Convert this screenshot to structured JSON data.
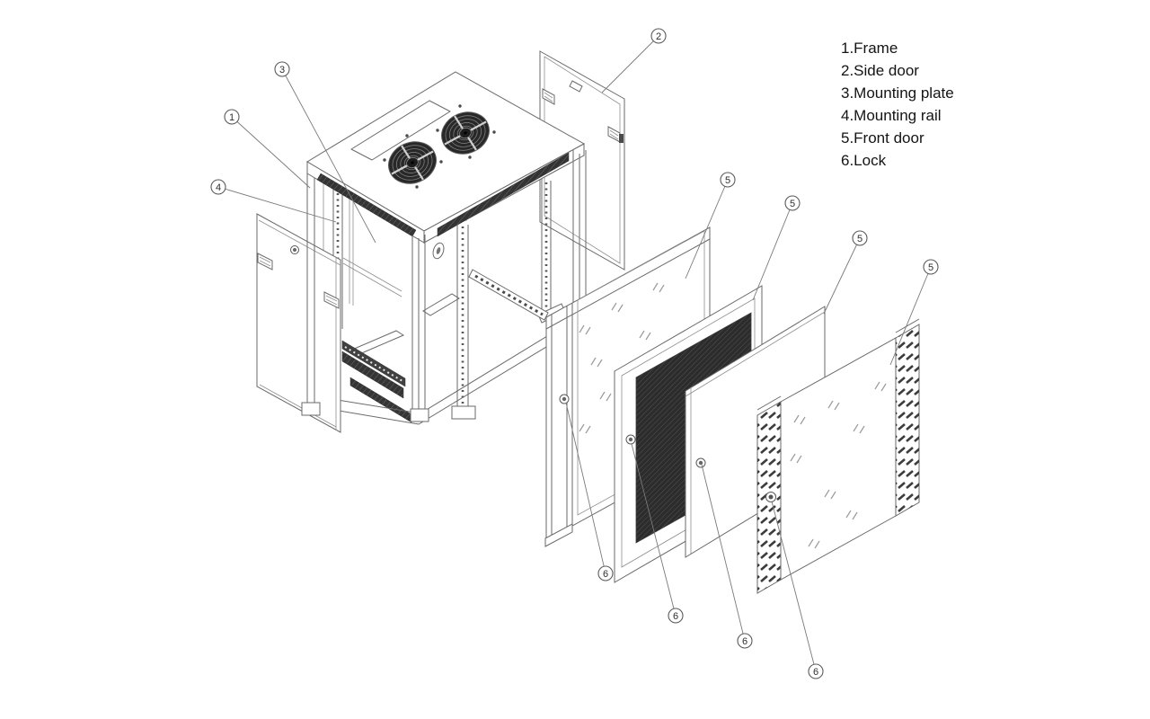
{
  "diagram": {
    "kind": "exploded-view technical line drawing",
    "subject": "wall-mount network/server rack cabinet"
  },
  "colors": {
    "background": "#ffffff",
    "line_primary": "#6a6a6a",
    "line_light": "#8e8e8e",
    "vent_dark": "#343434",
    "mesh_dark": "#2c2c2c",
    "text": "#141414"
  },
  "legend": {
    "items": [
      "1.Frame",
      "2.Side door",
      "3.Mounting plate",
      "4.Mounting rail",
      "5.Front door",
      "6.Lock"
    ]
  },
  "callouts": [
    {
      "label": "1",
      "refers_to": "Frame"
    },
    {
      "label": "3",
      "refers_to": "Mounting plate"
    },
    {
      "label": "4",
      "refers_to": "Mounting rail"
    },
    {
      "label": "2",
      "refers_to": "Side door"
    },
    {
      "label": "5",
      "refers_to": "Front door"
    },
    {
      "label": "5",
      "refers_to": "Front door"
    },
    {
      "label": "5",
      "refers_to": "Front door"
    },
    {
      "label": "5",
      "refers_to": "Front door"
    },
    {
      "label": "6",
      "refers_to": "Lock"
    },
    {
      "label": "6",
      "refers_to": "Lock"
    },
    {
      "label": "6",
      "refers_to": "Lock"
    },
    {
      "label": "6",
      "refers_to": "Lock"
    }
  ]
}
